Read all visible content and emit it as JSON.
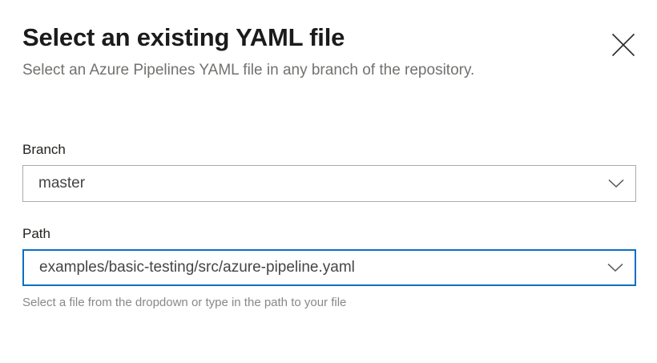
{
  "dialog": {
    "title": "Select an existing YAML file",
    "subtitle": "Select an Azure Pipelines YAML file in any branch of the repository.",
    "close_icon": "close-icon",
    "accent_color": "#0b6fc2",
    "border_color": "#adabaa",
    "title_color": "#1b1b1b",
    "subtitle_color": "#72716f",
    "hint_color": "#8a8886"
  },
  "form": {
    "branch": {
      "label": "Branch",
      "value": "master",
      "placeholder": "Select a branch",
      "caret_icon": "chevron-down-icon",
      "focused": false
    },
    "path": {
      "label": "Path",
      "value": "examples/basic-testing/src/azure-pipeline.yaml",
      "placeholder": "Select a path",
      "caret_icon": "chevron-down-icon",
      "focused": true,
      "hint": "Select a file from the dropdown or type in the path to your file"
    }
  }
}
